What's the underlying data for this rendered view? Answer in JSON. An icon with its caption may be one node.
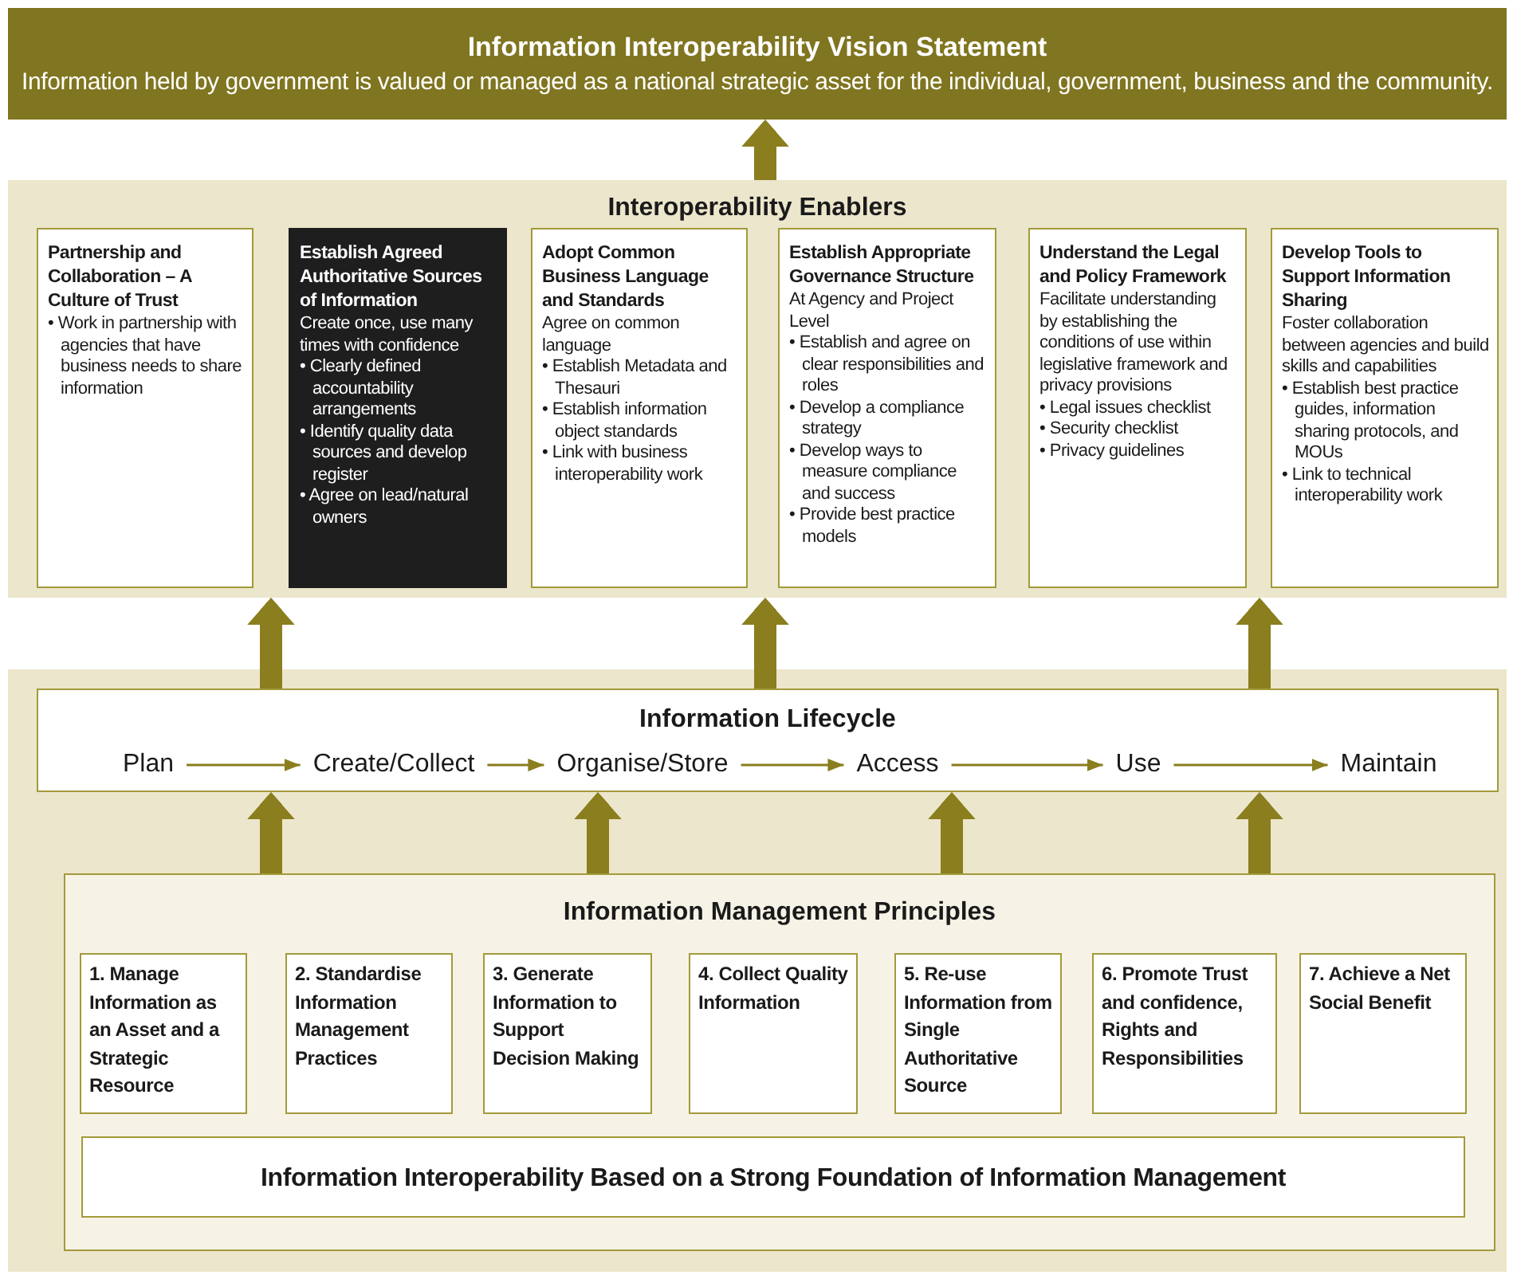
{
  "diagram": {
    "nodes": [
      {
        "text": [
          "Information Interoperability Vision Statement",
          "Information held by government is valued or managed as a national strategic asset for the individual, government, business and the community."
        ]
      },
      {
        "text": [
          "Interoperability Enablers"
        ]
      },
      {
        "text": [
          "Partnership and Collaboration – A Culture of Trust",
          "• Work in partnership with agencies that have business needs to share information"
        ],
        "in": 1
      },
      {
        "text": [
          "Establish Agreed Authoritative Sources of Information",
          "Create once, use many times with confidence",
          "• Clearly defined accountability arrangements",
          "• Identify quality data sources and develop register",
          "• Agree on lead/natural owners"
        ],
        "in": 1
      },
      {
        "text": [
          "Adopt Common Business Language and Standards",
          "Agree on common language",
          "• Establish Metadata and Thesauri",
          "• Establish information object standards",
          "• Link with business interoperability work"
        ],
        "in": 1
      },
      {
        "text": [
          "Establish Appropriate Governance Structure",
          "At Agency and Project Level",
          "• Establish and agree on clear responsibilities and roles",
          "• Develop a compliance strategy",
          "• Develop ways to measure compliance and success",
          "• Provide best practice models"
        ],
        "in": 1
      },
      {
        "text": [
          "Understand the Legal and Policy Framework",
          "Facilitate understanding by establishing the conditions of use within legislative framework and privacy provisions",
          "• Legal issues checklist",
          "• Security checklist",
          "• Privacy guidelines"
        ],
        "in": 1
      },
      {
        "text": [
          "Develop Tools to Support Information Sharing",
          "Foster collaboration between agencies and build skills and capabilities",
          "• Establish best practice guides, information sharing protocols, and MOUs",
          "• Link to technical interoperability work"
        ],
        "in": 1
      },
      {
        "text": [
          "Information Lifecycle"
        ]
      },
      {
        "text": [
          "Plan"
        ],
        "in": 8
      },
      {
        "text": [
          "Create/Collect"
        ],
        "in": 8
      },
      {
        "text": [
          "Organise/Store"
        ],
        "in": 8
      },
      {
        "text": [
          "Access"
        ],
        "in": 8
      },
      {
        "text": [
          "Use"
        ],
        "in": 8
      },
      {
        "text": [
          "Maintain"
        ],
        "in": 8
      },
      {
        "text": [
          "Information Management Principles"
        ]
      },
      {
        "text": [
          "1. Manage Information as an Asset and a Strategic Resource"
        ],
        "in": 15
      },
      {
        "text": [
          "2. Standardise Information Management Practices"
        ],
        "in": 15
      },
      {
        "text": [
          "3. Generate Information to Support Decision Making"
        ],
        "in": 15
      },
      {
        "text": [
          "4. Collect Quality Information"
        ],
        "in": 15
      },
      {
        "text": [
          "5. Re-use Information from Single Authoritative Source"
        ],
        "in": 15
      },
      {
        "text": [
          "6. Promote Trust and confidence, Rights and Responsibilities"
        ],
        "in": 15
      },
      {
        "text": [
          "7. Achieve a Net Social Benefit"
        ],
        "in": 15
      },
      {
        "text": [
          "Information Interoperability Based on a Strong Foundation of Information Management"
        ],
        "in": 15
      }
    ],
    "edges": [
      {
        "from": 9,
        "to": 10,
        "arrow": "to"
      },
      {
        "from": 10,
        "to": 11,
        "arrow": "to"
      },
      {
        "from": 11,
        "to": 12,
        "arrow": "to"
      },
      {
        "from": 12,
        "to": 13,
        "arrow": "to"
      },
      {
        "from": 13,
        "to": 14,
        "arrow": "to"
      },
      {
        "from": 1,
        "to": 0,
        "arrow": "to"
      },
      {
        "from": 8,
        "to": 1,
        "arrow": "to"
      },
      {
        "from": 8,
        "to": 1,
        "arrow": "to"
      },
      {
        "from": 8,
        "to": 1,
        "arrow": "to"
      },
      {
        "from": 15,
        "to": 8,
        "arrow": "to"
      },
      {
        "from": 15,
        "to": 8,
        "arrow": "to"
      },
      {
        "from": 15,
        "to": 8,
        "arrow": "to"
      },
      {
        "from": 15,
        "to": 8,
        "arrow": "to"
      }
    ]
  }
}
